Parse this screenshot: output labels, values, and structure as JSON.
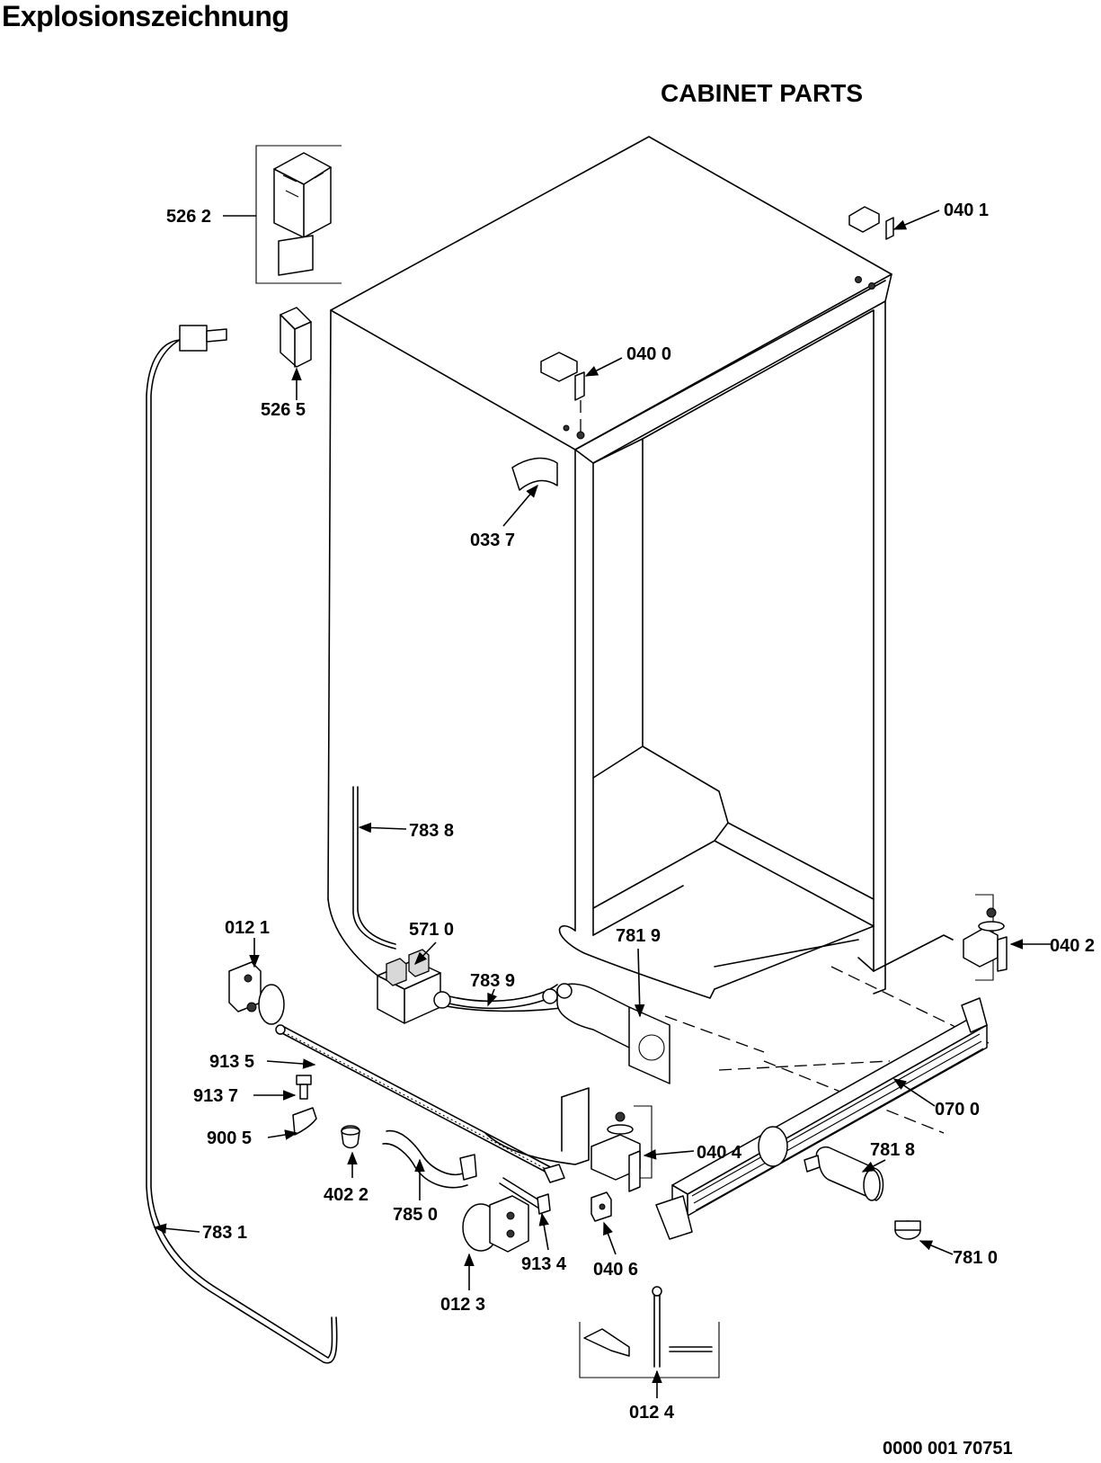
{
  "header": {
    "page_title": "Explosionszeichnung",
    "section_title": "CABINET PARTS"
  },
  "footer": {
    "document_number": "0000 001 70751"
  },
  "callouts": {
    "c_5262": "526 2",
    "c_5265": "526 5",
    "c_0401": "040 1",
    "c_0400": "040 0",
    "c_0337": "033 7",
    "c_7838": "783 8",
    "c_0121": "012 1",
    "c_5710": "571 0",
    "c_7819": "781 9",
    "c_7839": "783 9",
    "c_0402": "040 2",
    "c_9135": "913 5",
    "c_9137": "913 7",
    "c_9005": "900 5",
    "c_4022": "402 2",
    "c_7850": "785 0",
    "c_0404": "040 4",
    "c_0700": "070 0",
    "c_7818": "781 8",
    "c_9134": "913 4",
    "c_0406": "040 6",
    "c_0123": "012 3",
    "c_7810": "781 0",
    "c_7831": "783 1",
    "c_0124": "012 4"
  }
}
